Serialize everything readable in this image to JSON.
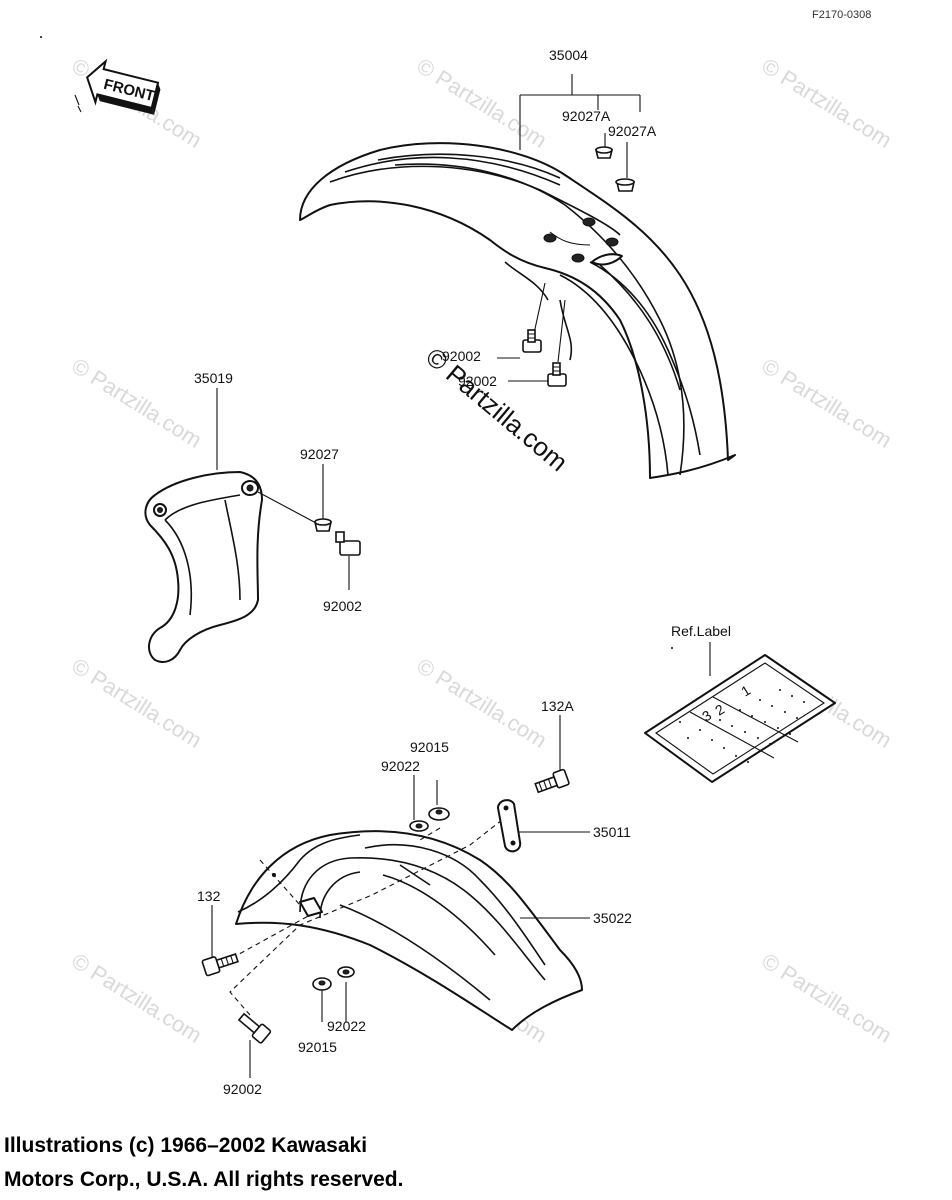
{
  "ref_code": "F2170-0308",
  "front_arrow_label": "FRONT",
  "watermark_text": "© Partzilla.com",
  "center_watermark_text": "© Partzilla.com",
  "labels": {
    "front_fender": "35004",
    "cap_nut_a": "92027A",
    "cap_nut_b": "92027A",
    "front_bolt_a": "92002",
    "front_bolt_b": "92002",
    "guard": "35019",
    "guard_nut": "92027",
    "guard_bolt": "92002",
    "ref_label_title": "Ref.Label",
    "rear_bolt_132a": "132A",
    "washer_top_92015": "92015",
    "collar_top_92022": "92022",
    "bracket": "35011",
    "rear_fender": "35022",
    "rear_bolt_132": "132",
    "collar_bottom_92022": "92022",
    "washer_bottom_92015": "92015",
    "rear_bolt_92002": "92002"
  },
  "ref_label_numbers": [
    "3",
    "2",
    "1"
  ],
  "copyright": {
    "line1": "Illustrations (c) 1966–2002 Kawasaki",
    "line2": "Motors Corp., U.S.A.  All rights reserved."
  }
}
